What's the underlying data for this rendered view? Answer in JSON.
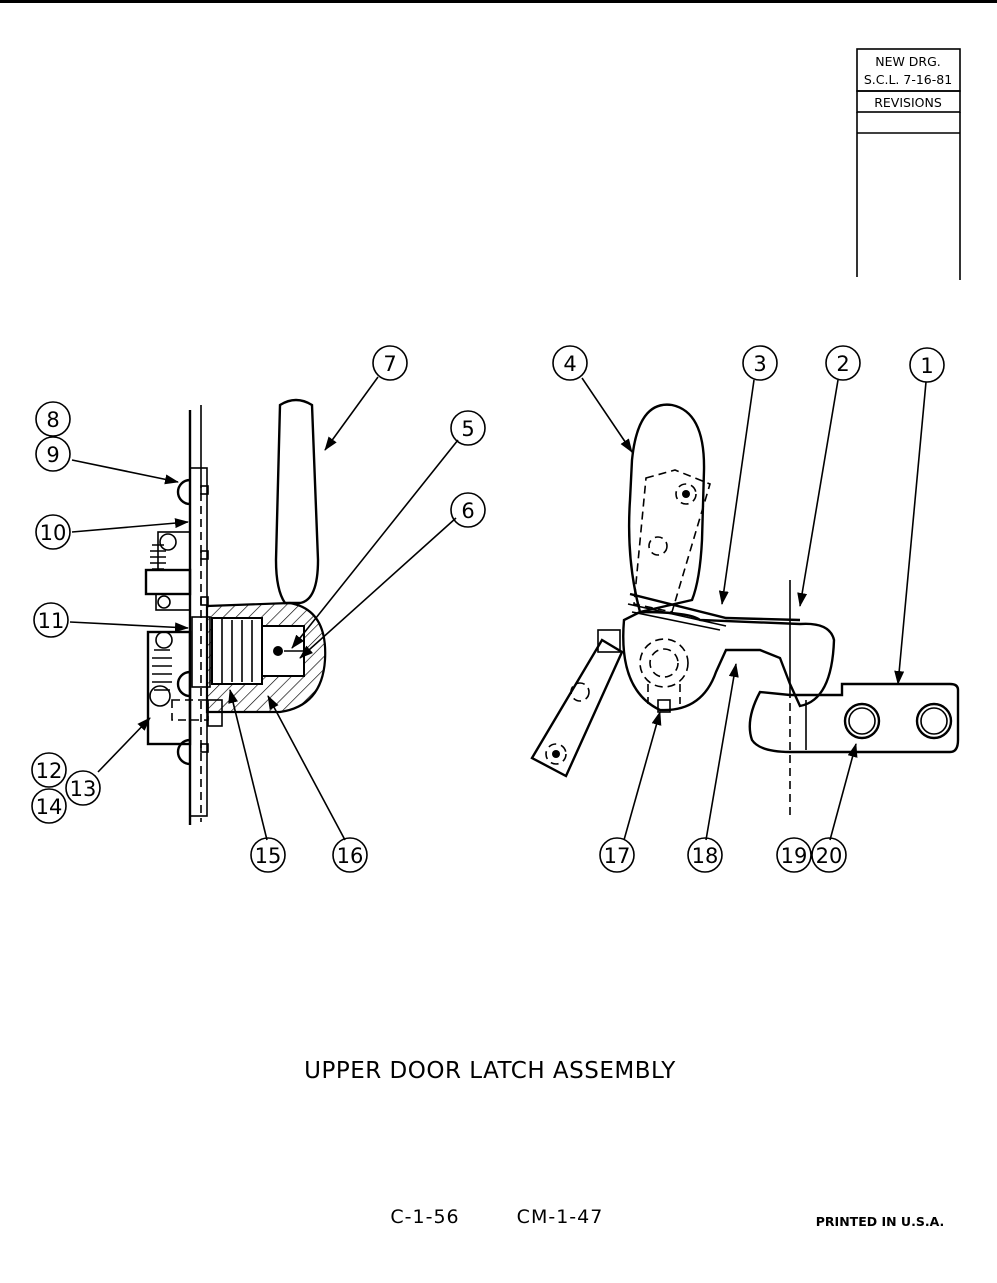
{
  "revision_block": {
    "line1": "NEW DRG.",
    "line2": "S.C.L. 7-16-81",
    "header": "REVISIONS"
  },
  "callouts": [
    "1",
    "2",
    "3",
    "4",
    "5",
    "6",
    "7",
    "8",
    "9",
    "10",
    "11",
    "12",
    "13",
    "14",
    "15",
    "16",
    "17",
    "18",
    "19",
    "20"
  ],
  "title": "UPPER DOOR LATCH ASSEMBLY",
  "footer": {
    "code_left": "C-1-56",
    "code_right": "CM-1-47",
    "printed": "PRINTED IN U.S.A."
  }
}
